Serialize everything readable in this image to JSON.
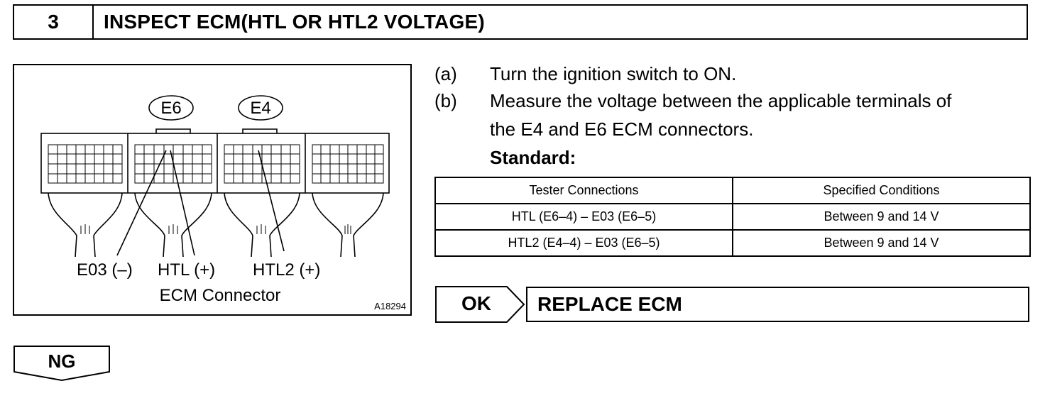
{
  "header": {
    "step_number": "3",
    "title": "INSPECT ECM(HTL OR HTL2 VOLTAGE)"
  },
  "figure": {
    "connector_e6": "E6",
    "connector_e4": "E4",
    "label_e03": "E03 (–)",
    "label_htl": "HTL (+)",
    "label_htl2": "HTL2 (+)",
    "caption": "ECM Connector",
    "figure_code": "A18294"
  },
  "steps": [
    {
      "label": "(a)",
      "lines": [
        "Turn the ignition switch to ON."
      ]
    },
    {
      "label": "(b)",
      "lines": [
        "Measure the voltage between the applicable terminals of",
        "the E4 and E6 ECM connectors."
      ]
    }
  ],
  "standard_label": "Standard:",
  "table": {
    "headers": [
      "Tester Connections",
      "Specified Conditions"
    ],
    "rows": [
      [
        "HTL (E6–4) – E03 (E6–5)",
        "Between 9 and 14 V"
      ],
      [
        "HTL2 (E4–4) – E03 (E6–5)",
        "Between 9 and 14 V"
      ]
    ]
  },
  "results": {
    "ok_label": "OK",
    "ok_action": "REPLACE ECM",
    "ng_label": "NG"
  }
}
